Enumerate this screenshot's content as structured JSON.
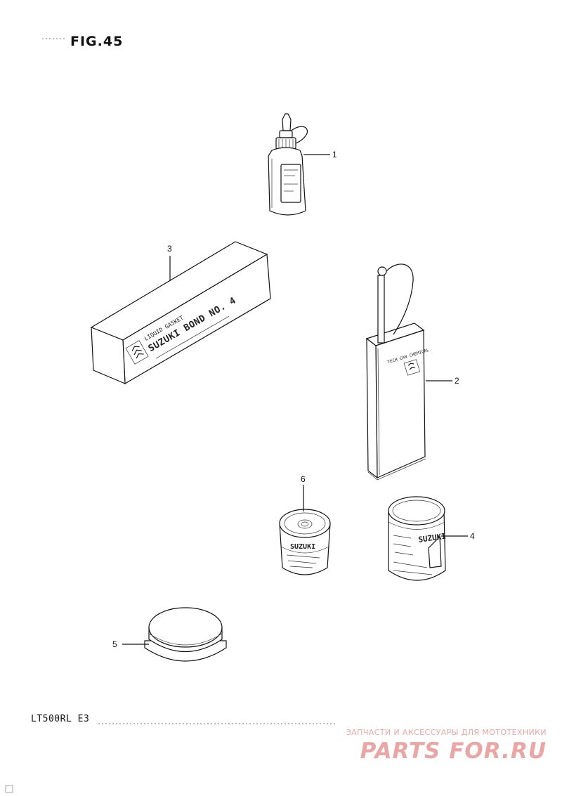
{
  "figure": {
    "title": "FIG.45",
    "model_label": "LT500RL  E3"
  },
  "parts": [
    {
      "ref": "1",
      "kind": "bottle"
    },
    {
      "ref": "2",
      "kind": "oil-can",
      "label_text": "TECH CAN CHEMICAL"
    },
    {
      "ref": "3",
      "kind": "tube-box",
      "label_line1": "LIQUID GASKET",
      "label_line2": "SUZUKI BOND NO. 4"
    },
    {
      "ref": "4",
      "kind": "tall-tin",
      "label_text": "SUZUKI"
    },
    {
      "ref": "5",
      "kind": "flat-tin"
    },
    {
      "ref": "6",
      "kind": "small-tin",
      "label_text": "SUZUKI"
    }
  ],
  "watermark": {
    "tagline": "ЗАПЧАСТИ И АКСЕССУАРЫ ДЛЯ МОТОТЕХНИКИ",
    "logo": "PARTS FOR.RU",
    "color": "#e8a2a0"
  }
}
